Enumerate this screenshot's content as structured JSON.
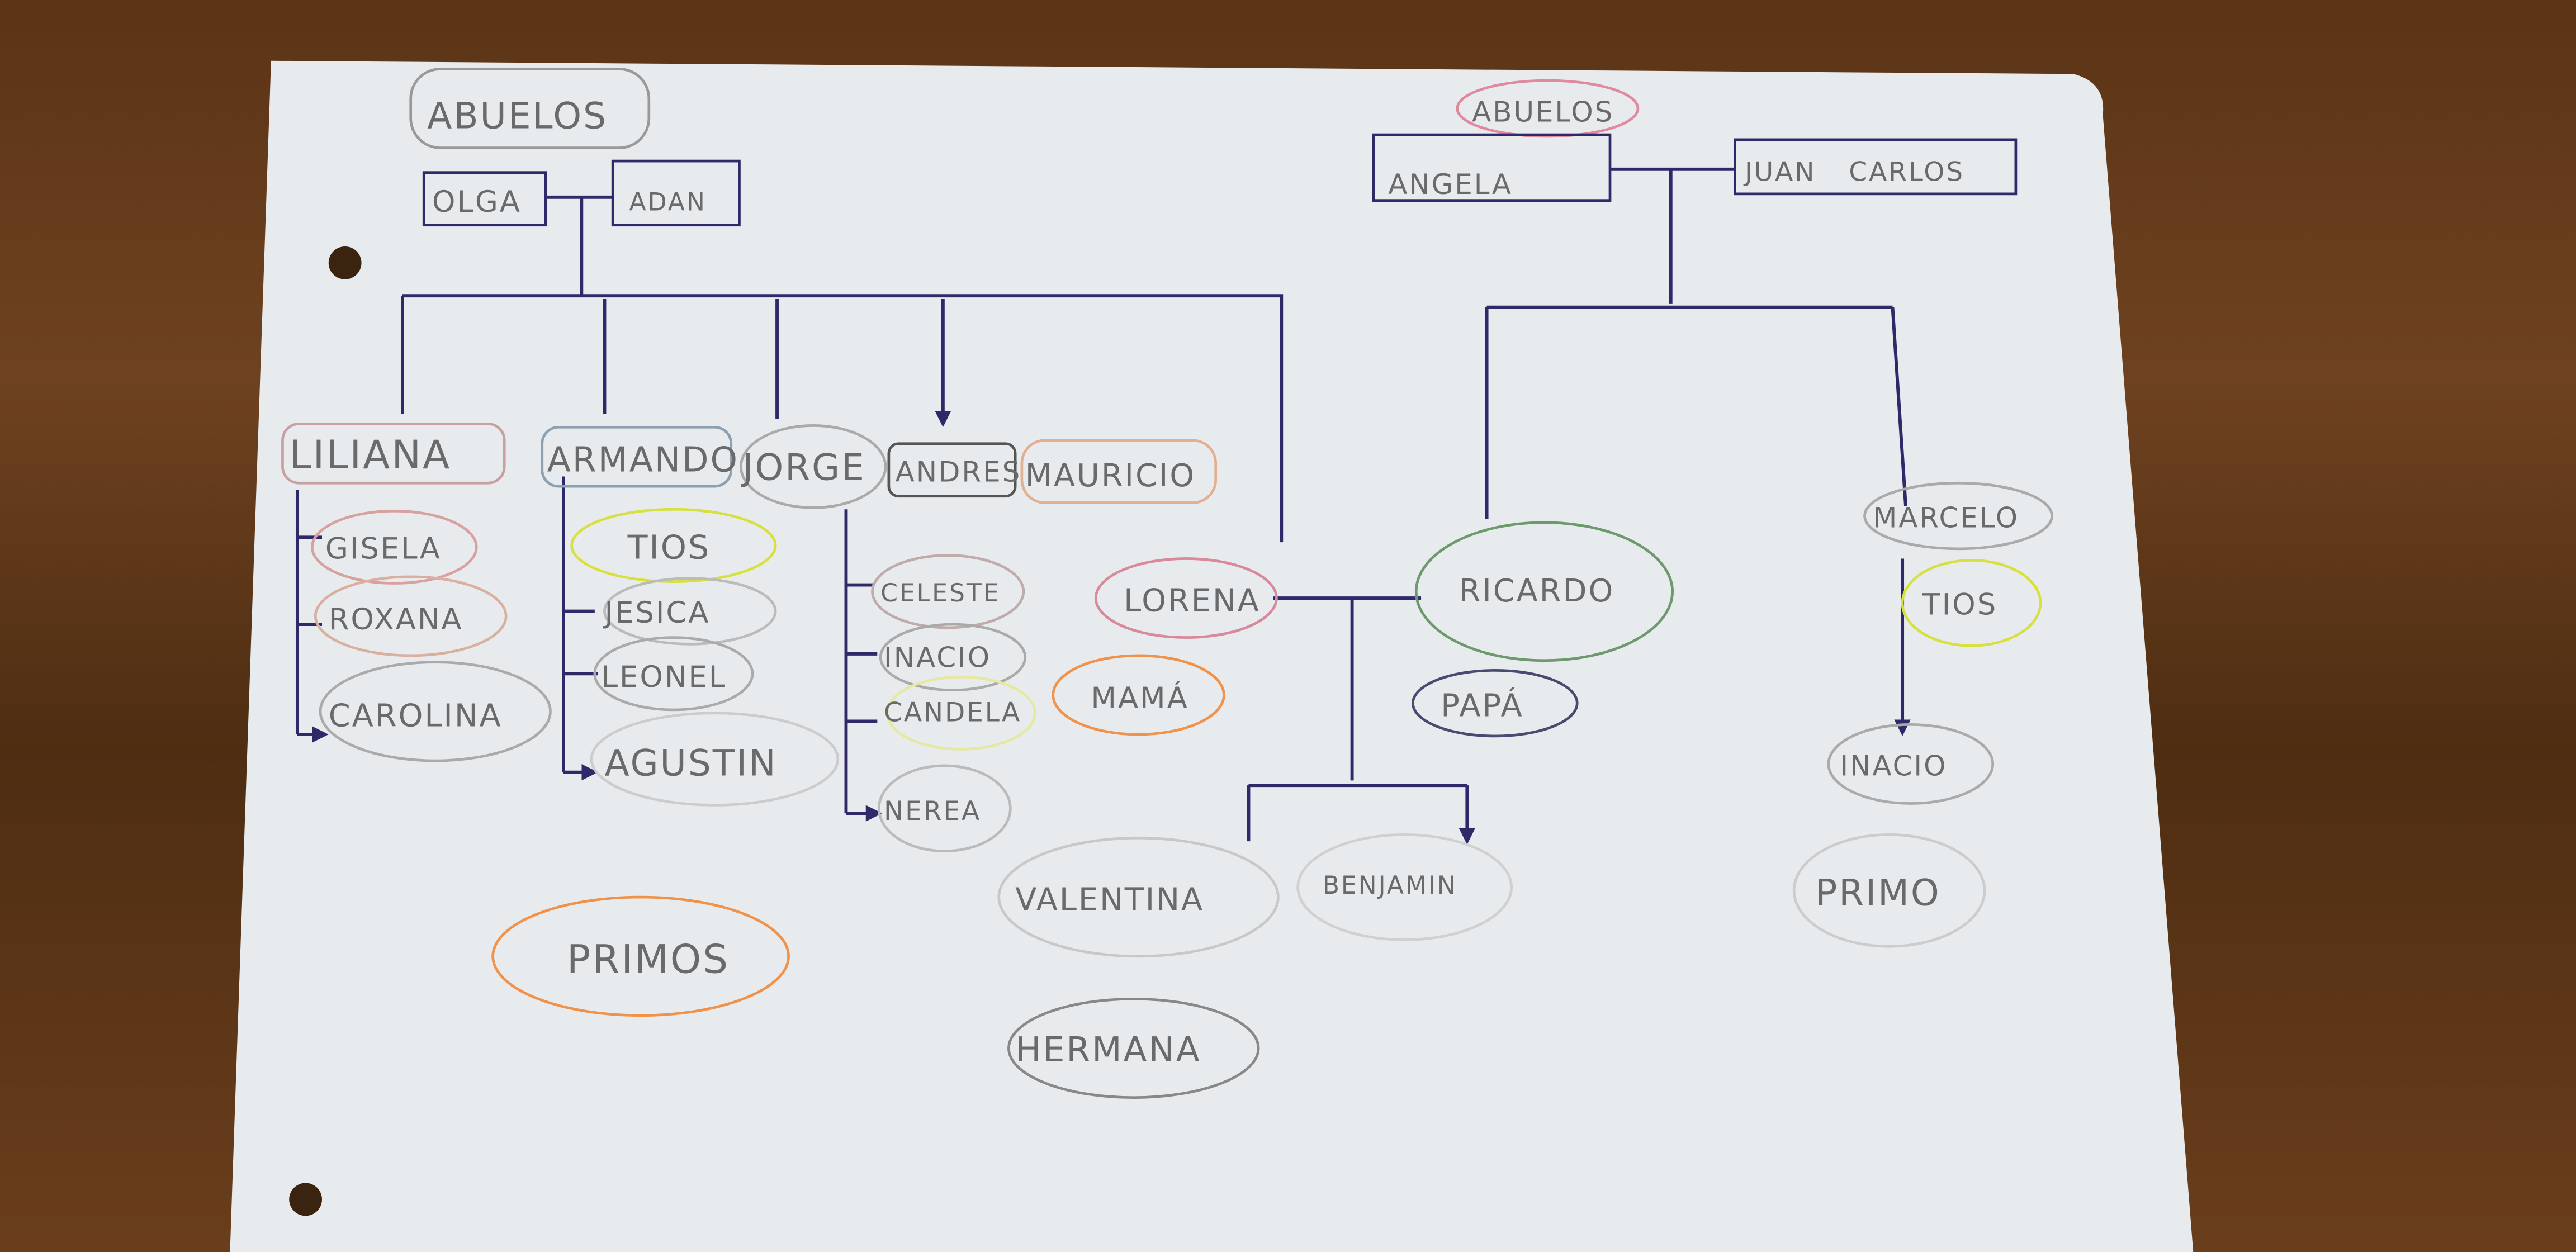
{
  "colors": {
    "wood": "#5a3518",
    "paper": "#e9ecef",
    "ink": "#2e2a6a",
    "pencil": "#6a6a6a",
    "pink": "#d98a9a",
    "orange": "#f0924a",
    "yellow": "#d8e040",
    "green": "#6d9a6d",
    "dark": "#4a4a70"
  },
  "left_family": {
    "grandparents_label": "ABUELOS",
    "grandmother": "OLGA",
    "grandfather": "ADAN",
    "children": [
      "LILIANA",
      "ARMANDO",
      "JORGE",
      "ANDRES",
      "MAURICIO"
    ],
    "liliana_children": [
      "GISELA",
      "ROXANA",
      "CAROLINA"
    ],
    "armando_label": "TIOS",
    "armando_children": [
      "JESICA",
      "LEONEL",
      "AGUSTIN"
    ],
    "jorge_children": [
      "CELESTE",
      "INACIO",
      "CANDELA",
      "NEREA"
    ],
    "cousins_label": "PRIMOS"
  },
  "right_family": {
    "grandparents_label": "ABUELOS",
    "grandmother": "ANGELA",
    "grandfather": "JUAN CARLOS",
    "uncle": "MARCELO",
    "uncle_label": "TIOS",
    "uncle_child": "INACIO",
    "cousin_label": "PRIMO"
  },
  "parents": {
    "mother": "LORENA",
    "mother_label": "MAMÁ",
    "father": "RICARDO",
    "father_label": "PAPÁ"
  },
  "siblings": {
    "names": [
      "VALENTINA",
      "BENJAMIN"
    ],
    "label": "HERMANA"
  }
}
